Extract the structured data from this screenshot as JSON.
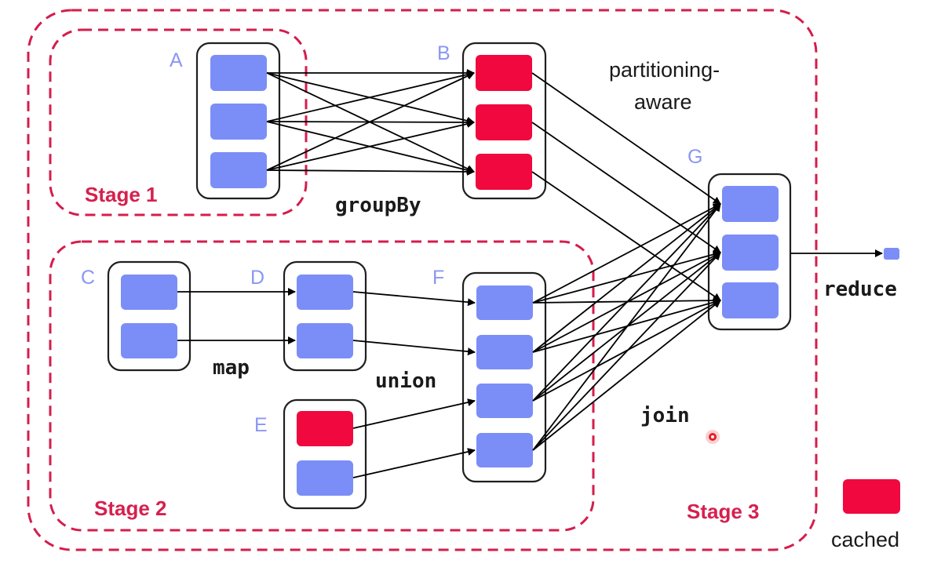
{
  "stages": {
    "stage1": "Stage 1",
    "stage2": "Stage 2",
    "stage3": "Stage 3"
  },
  "rdds": {
    "A": "A",
    "B": "B",
    "C": "C",
    "D": "D",
    "E": "E",
    "F": "F",
    "G": "G"
  },
  "operations": {
    "groupBy": "groupBy",
    "map": "map",
    "union": "union",
    "join": "join",
    "reduce": "reduce"
  },
  "annotations": {
    "partitioning_line1": "partitioning-",
    "partitioning_line2": "aware"
  },
  "legend": {
    "cached_label": "cached"
  },
  "colors": {
    "partition": "#7b8ef7",
    "cached_partition": "#f0083e",
    "stage_border": "#d41d4c",
    "rdd_label": "#8a97f2"
  }
}
